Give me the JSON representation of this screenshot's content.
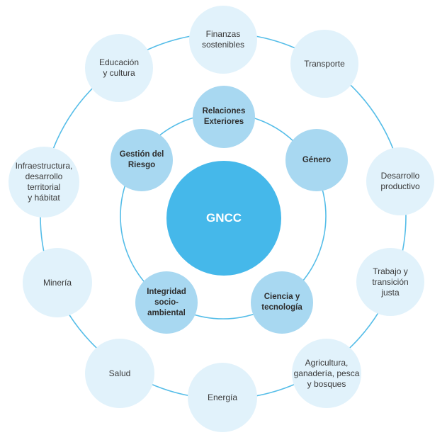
{
  "center": {
    "label": "GNCC"
  },
  "inner_nodes": [
    {
      "id": "relaciones-exteriores",
      "label": "Relaciones\nExteriores"
    },
    {
      "id": "genero",
      "label": "Género"
    },
    {
      "id": "ciencia-tecnologia",
      "label": "Ciencia y\ntecnología"
    },
    {
      "id": "integridad",
      "label": "Integridad\nsocio-\nambiental"
    },
    {
      "id": "gestion-riesgo",
      "label": "Gestión del\nRiesgo"
    }
  ],
  "outer_nodes": [
    {
      "id": "finanzas",
      "label": "Finanzas\nsostenibles"
    },
    {
      "id": "transporte",
      "label": "Transporte"
    },
    {
      "id": "desarrollo-productivo",
      "label": "Desarrollo\nproductivo"
    },
    {
      "id": "trabajo",
      "label": "Trabajo y\ntransición\njusta"
    },
    {
      "id": "agricultura",
      "label": "Agricultura,\nganadería, pesca\ny bosques"
    },
    {
      "id": "energia",
      "label": "Energía"
    },
    {
      "id": "salud",
      "label": "Salud"
    },
    {
      "id": "mineria",
      "label": "Minería"
    },
    {
      "id": "infraestructura",
      "label": "Infraestructura,\ndesarrollo\nterritorial\ny hábitat"
    },
    {
      "id": "educacion",
      "label": "Educación\ny cultura"
    }
  ],
  "colors": {
    "ring_line": "#55bde8",
    "center_fill": "#45b8ea",
    "inner_fill": "#a8d8f1",
    "outer_fill": "#e1f2fb"
  }
}
